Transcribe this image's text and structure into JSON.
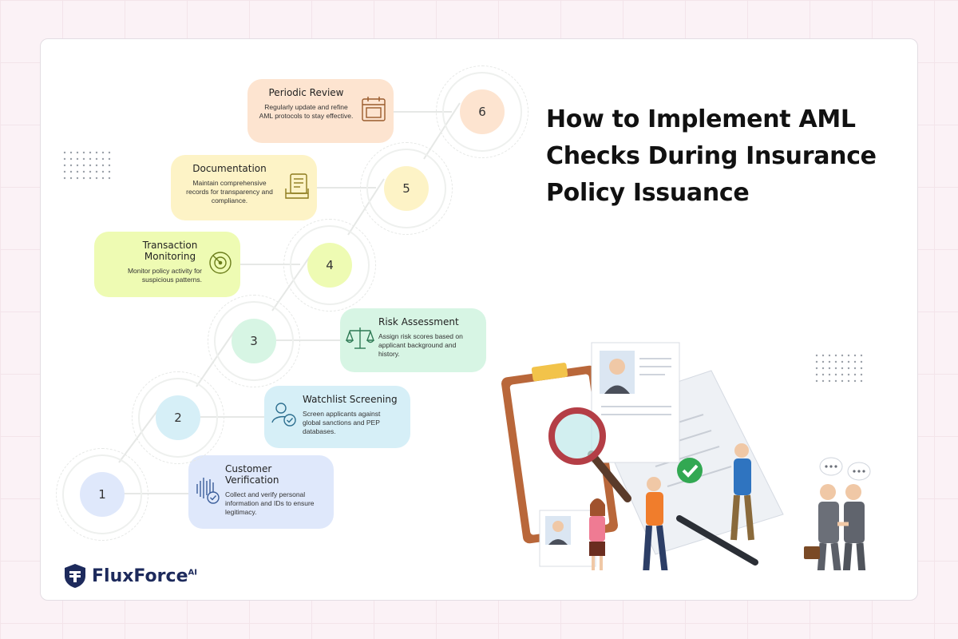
{
  "title": "How to Implement AML Checks During Insurance Policy Issuance",
  "logo": {
    "name": "FluxForce",
    "suffix": "AI"
  },
  "steps": [
    {
      "number": "1",
      "title": "Customer Verification",
      "desc": "Collect and verify personal information and IDs to ensure legitimacy.",
      "icon": "fingerprint-check-icon",
      "color": "#dfe8fb"
    },
    {
      "number": "2",
      "title": "Watchlist Screening",
      "desc": "Screen applicants against global sanctions and PEP databases.",
      "icon": "user-check-icon",
      "color": "#d6eff7"
    },
    {
      "number": "3",
      "title": "Risk Assessment",
      "desc": "Assign risk scores based on applicant background and history.",
      "icon": "scales-icon",
      "color": "#d7f5e4"
    },
    {
      "number": "4",
      "title": "Transaction Monitoring",
      "desc": "Monitor policy activity for suspicious patterns.",
      "icon": "radar-icon",
      "color": "#eefbb3"
    },
    {
      "number": "5",
      "title": "Documentation",
      "desc": "Maintain comprehensive records for transparency and compliance.",
      "icon": "document-stack-icon",
      "color": "#fdf3c6"
    },
    {
      "number": "6",
      "title": "Periodic Review",
      "desc": "Regularly update and refine AML protocols to stay effective.",
      "icon": "calendar-icon",
      "color": "#fde4d0"
    }
  ]
}
